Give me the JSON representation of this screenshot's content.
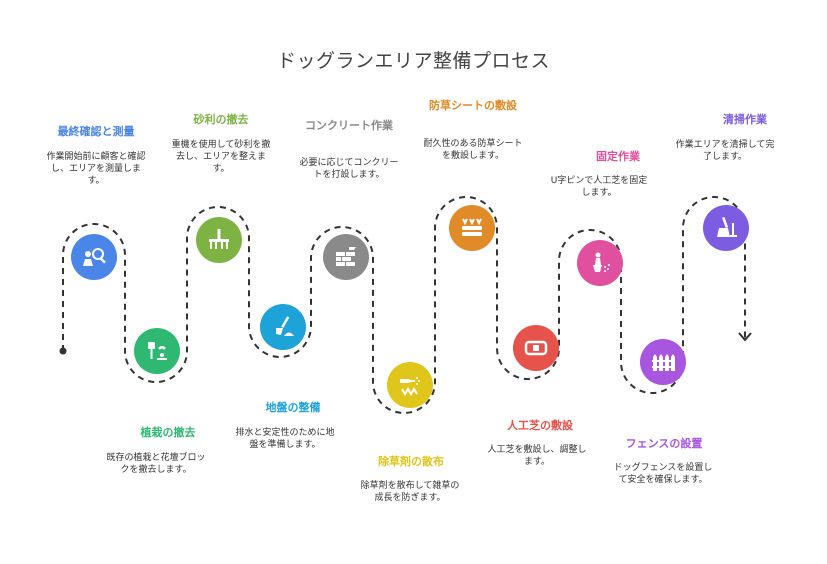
{
  "title": "ドッグランエリア整備プロセス",
  "steps": [
    {
      "title": "最終確認と測量",
      "desc": "作業開始前に顧客と確認し、エリアを測量します。",
      "color": "#4a86e8",
      "icon": "inspect-icon"
    },
    {
      "title": "植栽の撤去",
      "desc": "既存の植栽と花壇ブロックを撤去します。",
      "color": "#2fb872",
      "icon": "uproot-icon"
    },
    {
      "title": "砂利の撤去",
      "desc": "重機を使用して砂利を撤去し、エリアを整えます。",
      "color": "#7cb342",
      "icon": "rake-icon"
    },
    {
      "title": "地盤の整備",
      "desc": "排水と安定性のために地盤を準備します。",
      "color": "#1ea3d8",
      "icon": "shovel-icon"
    },
    {
      "title": "コンクリート作業",
      "desc": "必要に応じてコンクリートを打設します。",
      "color": "#8a8a8a",
      "icon": "brick-icon"
    },
    {
      "title": "除草剤の散布",
      "desc": "除草剤を散布して雑草の成長を防ぎます。",
      "color": "#e0c51a",
      "icon": "spray-icon"
    },
    {
      "title": "防草シートの敷設",
      "desc": "耐久性のある防草シートを敷設します。",
      "color": "#e08a28",
      "icon": "sheet-icon"
    },
    {
      "title": "人工芝の敷設",
      "desc": "人工芝を敷設し、調整します。",
      "color": "#e5534b",
      "icon": "turf-icon"
    },
    {
      "title": "固定作業",
      "desc": "U字ピンで人工芝を固定します。",
      "color": "#e0509e",
      "icon": "pin-icon"
    },
    {
      "title": "フェンスの設置",
      "desc": "ドッグフェンスを設置して安全を確保します。",
      "color": "#a855e0",
      "icon": "fence-icon"
    },
    {
      "title": "清掃作業",
      "desc": "作業エリアを清掃して完了します。",
      "color": "#7c5ce0",
      "icon": "broom-icon"
    }
  ]
}
